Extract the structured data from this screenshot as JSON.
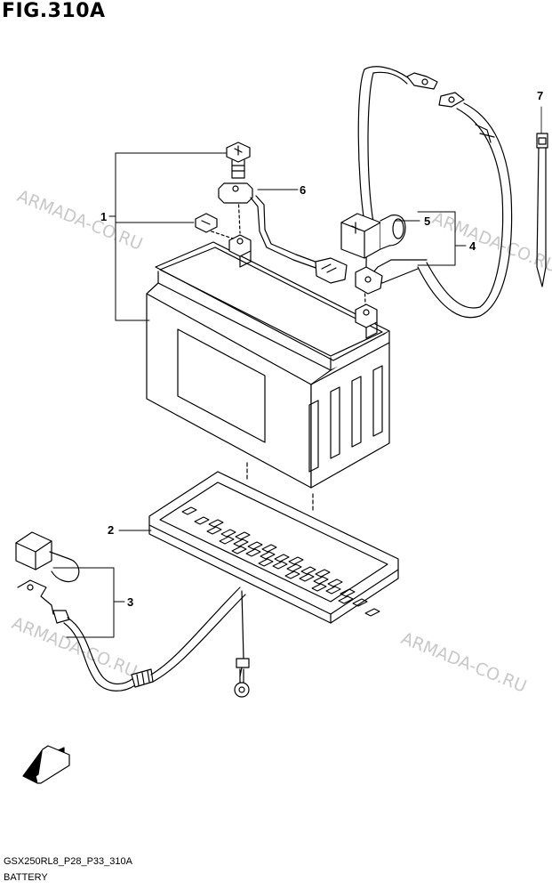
{
  "figure": {
    "title": "FIG.310A"
  },
  "watermark": {
    "text": "ARMADA-CO.RU",
    "color": "#c8c8c8"
  },
  "callouts": [
    "1",
    "2",
    "3",
    "4",
    "5",
    "6",
    "7"
  ],
  "fwd_label": "FWD",
  "footer": {
    "code": "GSX250RL8_P28_P33_310A",
    "name": "BATTERY"
  }
}
